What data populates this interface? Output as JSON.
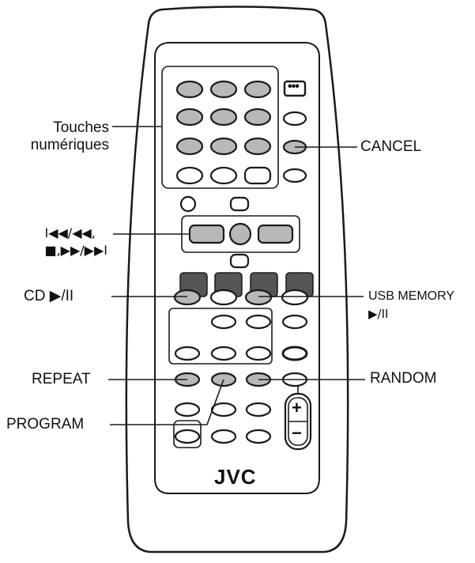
{
  "labels": {
    "numeric_keys_line1": "Touches",
    "numeric_keys_line2": "numériques",
    "cancel": "CANCEL",
    "skip_line1": "I◀◀/◀◀,",
    "skip_line2": "■,▶▶/▶▶I",
    "cd_play": "CD ▶/II",
    "usb_memory_line1": "USB MEMORY",
    "usb_memory_line2": "▶/II",
    "repeat": "REPEAT",
    "random": "RANDOM",
    "program": "PROGRAM",
    "volume_plus": "+",
    "volume_minus": "−"
  },
  "brand": "JVC",
  "icons": {
    "display": "ellipsis-icon"
  },
  "colors": {
    "outline": "#1a1a1a",
    "body_fill": "#ffffff",
    "shaded_button": "#b8b8b8",
    "dark_button": "#555555",
    "leader_line": "#1a1a1a"
  }
}
